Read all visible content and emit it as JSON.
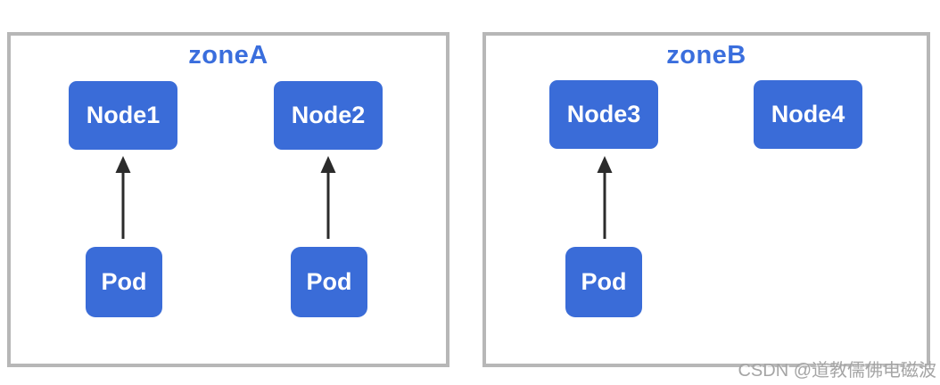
{
  "diagram": {
    "zones": [
      {
        "title": "zoneA",
        "nodes": [
          {
            "label": "Node1"
          },
          {
            "label": "Node2"
          }
        ],
        "pods": [
          {
            "label": "Pod"
          },
          {
            "label": "Pod"
          }
        ]
      },
      {
        "title": "zoneB",
        "nodes": [
          {
            "label": "Node3"
          },
          {
            "label": "Node4"
          }
        ],
        "pods": [
          {
            "label": "Pod"
          }
        ]
      }
    ],
    "edges": [
      {
        "from": "zoneA-pod-1",
        "to": "Node1",
        "style": "arrow-up"
      },
      {
        "from": "zoneA-pod-2",
        "to": "Node2",
        "style": "arrow-up"
      },
      {
        "from": "zoneB-pod-1",
        "to": "Node3",
        "style": "arrow-up"
      }
    ]
  },
  "watermark": {
    "text": "CSDN @道教儒佛电磁波"
  },
  "colors": {
    "box_fill": "#3a6cd8",
    "box_text": "#ffffff",
    "zone_title": "#3a6edd",
    "zone_border": "#b7b7b7",
    "arrow": "#2b2b2b",
    "watermark_text": "#a5a5a5"
  }
}
